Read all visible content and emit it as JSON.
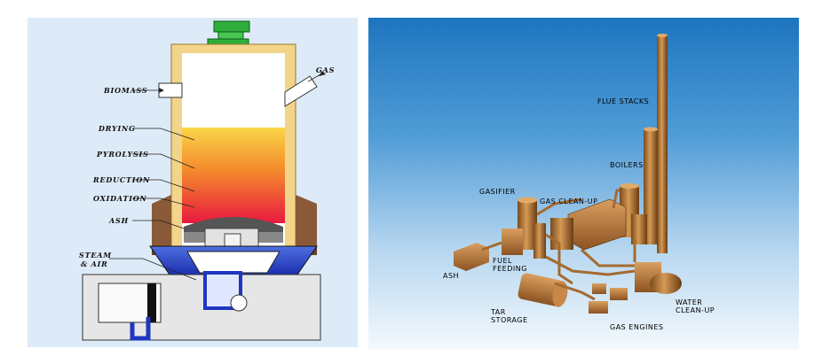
{
  "gasifier_diagram": {
    "labels": {
      "biomass": "BIOMASS",
      "gas": "GAS",
      "drying": "DRYING",
      "pyrolysis": "PYROLYSIS",
      "reduction": "REDUCTION",
      "oxidation": "OXIDATION",
      "ash": "ASH",
      "steam_air_line1": "STEAM",
      "steam_air_line2": "& AIR"
    },
    "colors": {
      "background": "#ddeaf7",
      "brick": "#f2d48a",
      "hot_top": "#f8c838",
      "hot_bottom": "#e8203c",
      "shaft": "#3cb43c",
      "base": "#8a5a38",
      "water": "#2b45c8"
    }
  },
  "plant_diagram": {
    "labels": {
      "flue_stacks": "FLUE STACKS",
      "boilers": "BOILERS",
      "gasifier": "GASIFIER",
      "gas_cleanup": "GAS CLEAN-UP",
      "fuel_feeding_line1": "FUEL",
      "fuel_feeding_line2": "FEEDING",
      "ash": "ASH",
      "tar_storage_line1": "TAR",
      "tar_storage_line2": "STORAGE",
      "gas_engines": "GAS ENGINES",
      "water_cleanup_line1": "WATER",
      "water_cleanup_line2": "CLEAN-UP"
    },
    "colors": {
      "sky_top": "#1d75bf",
      "sky_bottom": "#f4f9fd",
      "equipment": "#b07030"
    }
  }
}
